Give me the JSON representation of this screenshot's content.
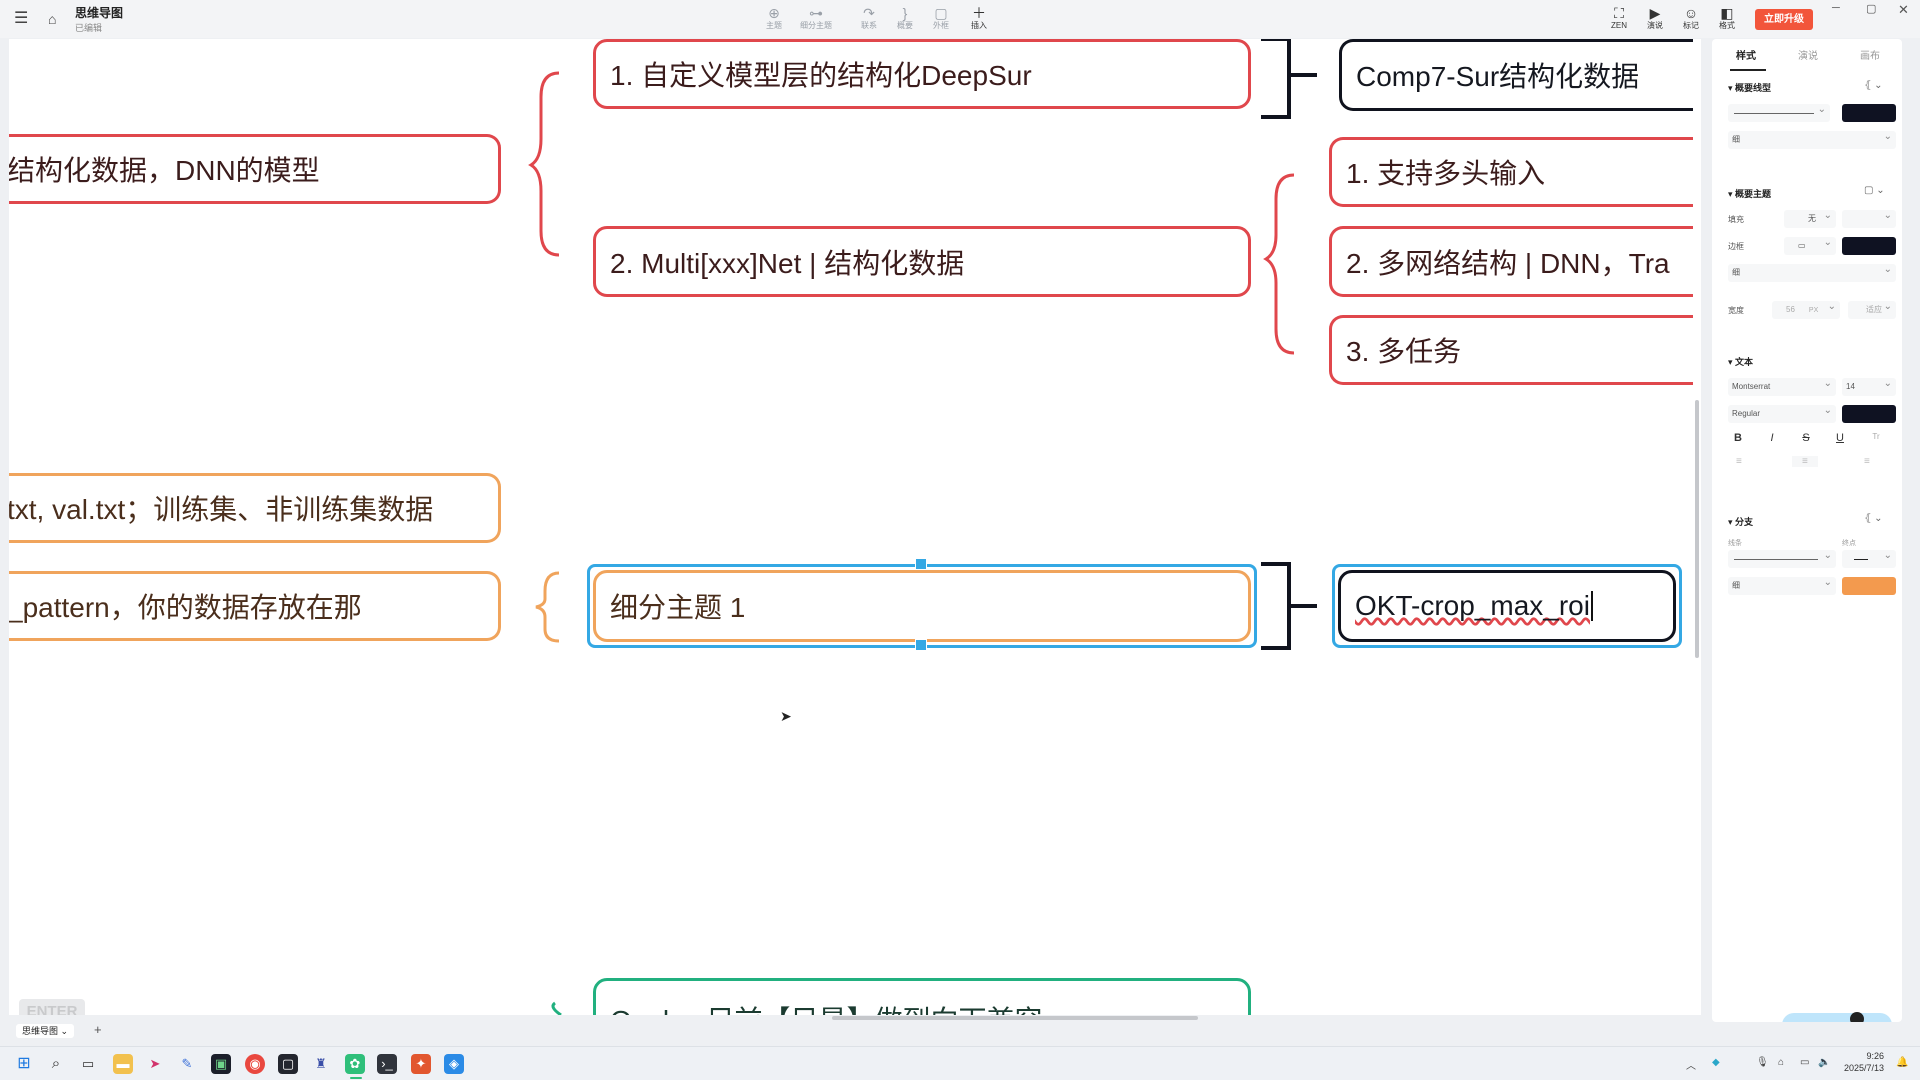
{
  "app": {
    "title": "思维导图",
    "subtitle": "已编辑"
  },
  "toolbar": {
    "tools": [
      {
        "icon": "topic-icon",
        "glyph": "⊕",
        "label": "主题"
      },
      {
        "icon": "subtopic-icon",
        "glyph": "⊶",
        "label": "细分主题"
      },
      {
        "icon": "relation-icon",
        "glyph": "↷",
        "label": "联系"
      },
      {
        "icon": "summary-icon",
        "glyph": "}",
        "label": "概要"
      },
      {
        "icon": "boundary-icon",
        "glyph": "▢",
        "label": "外框"
      },
      {
        "icon": "insert-icon",
        "glyph": "＋",
        "label": "插入"
      }
    ],
    "right_tools": [
      {
        "icon": "zen-icon",
        "glyph": "⛶",
        "label": "ZEN"
      },
      {
        "icon": "present-icon",
        "glyph": "▶",
        "label": "演说"
      },
      {
        "icon": "mark-icon",
        "glyph": "☺",
        "label": "标记"
      },
      {
        "icon": "format-panel-icon",
        "glyph": "◧",
        "label": "格式"
      }
    ],
    "upgrade_label": "立即升级"
  },
  "canvas": {
    "nodes": {
      "n1": "结构化数据，DNN的模型",
      "n2": "1. 自定义模型层的结构化DeepSur",
      "n3": "Comp7-Sur结构化数据",
      "n4": "2. Multi[xxx]Net | 结构化数据",
      "n5": "1. 支持多头输入",
      "n6": "2. 多网络结构 | DNN，Tra",
      "n7": "3. 多任务",
      "n8": "txt, val.txt；训练集、非训练集数据",
      "n9": "_pattern，你的数据存放在那",
      "n10": "细分主题 1",
      "n11_text": "OKT-crop_max_roi",
      "n12": "Onekey目前【目是】做到向下兼容"
    },
    "enter_badge": "ENTER"
  },
  "panel": {
    "tabs": [
      "样式",
      "演说",
      "画布"
    ],
    "active_tab": "样式",
    "sections": {
      "summary_line": "概要线型",
      "summary_topic": "概要主题",
      "text": "文本",
      "branch": "分支"
    },
    "labels": {
      "fill": "填充",
      "border": "边框",
      "width": "宽度",
      "line": "线条",
      "end": "终点"
    },
    "values": {
      "thin": "细",
      "fill_none": "无",
      "width_value": "56",
      "width_unit": "PX",
      "width_fit": "适应",
      "font_family": "Montserrat",
      "font_size": "14",
      "font_weight": "Regular"
    },
    "colors": {
      "summary_line": "#0f1222",
      "border": "#0f1222",
      "text": "#0f1222",
      "branch": "#f39a4e"
    },
    "format_buttons": [
      "B",
      "I",
      "S",
      "U",
      "Tr"
    ],
    "hint": "主题"
  },
  "sheet": {
    "tab": "思维导图"
  },
  "clock": {
    "time": "9:26",
    "date": "2025/7/13"
  }
}
